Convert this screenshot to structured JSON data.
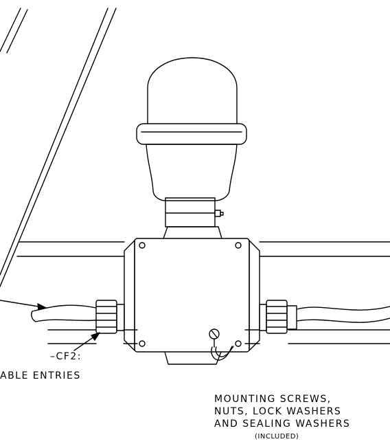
{
  "labels": {
    "cf2": "–CF2:",
    "cable_entries": "ABLE ENTRIES",
    "mounting_line1": "MOUNTING SCREWS,",
    "mounting_line2": "NUTS, LOCK WASHERS",
    "mounting_line3": "AND SEALING WASHERS",
    "mounting_note": "(INCLUDED)"
  },
  "colors": {
    "line": "#000000",
    "background": "#ffffff"
  }
}
